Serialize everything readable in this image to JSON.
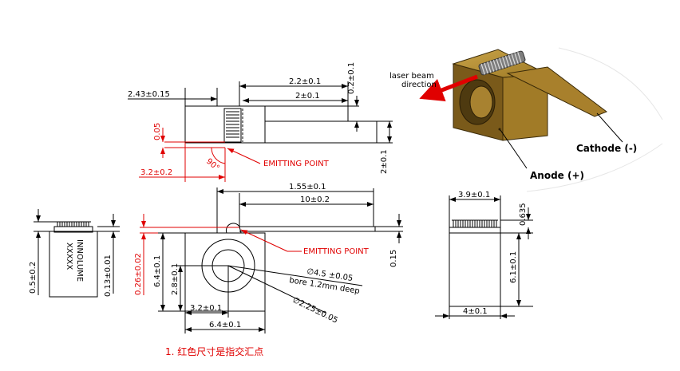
{
  "colors": {
    "line": "#000000",
    "red": "#e00000",
    "body_gold": "#a9852c",
    "body_dark": "#6b4f16",
    "coil": "#9a9a9a"
  },
  "top_view": {
    "dim_width_total": "2.43±0.15",
    "dim_2_2": "2.2±0.1",
    "dim_2": "2±0.1",
    "dim_0_2": "0.2±0.1",
    "dim_0_05": "0.05",
    "dim_3_2": "3.2±0.2",
    "dim_2_right": "2±0.1",
    "angle": "90°",
    "emitting_point": "EMITTING POINT"
  },
  "front_view": {
    "dim_1_55": "1.55±0.1",
    "dim_10": "10±0.2",
    "dim_0_15": "0.15",
    "dim_0_26": "0.26±0.02",
    "dim_6_4_v": "6.4±0.1",
    "dim_2_8": "2.8±0.1",
    "dim_3_2": "3.2±0.1",
    "dim_6_4_h": "6.4±0.1",
    "hole_dia": "∅4.5 ±0.05",
    "bore": "bore 1.2mm deep",
    "inner_dia": "∅2.25±0.05",
    "emitting_point": "EMITTING POINT"
  },
  "side_view": {
    "dim_0_5": "0.5±0.2",
    "dim_0_13": "0.13±0.01",
    "brand": "INNOLUME",
    "marking": "XXXXX"
  },
  "right_view": {
    "dim_3_9": "3.9±0.1",
    "dim_0_635": "0.635",
    "dim_6_1": "6.1±0.1",
    "dim_4": "4±0.1"
  },
  "iso_view": {
    "beam_label": "laser beam direction",
    "beam_label_line1": "laser beam",
    "beam_label_line2": "direction",
    "cathode": "Cathode (-)",
    "anode": "Anode (+)"
  },
  "footnote": "1. 红色尺寸是指交汇点"
}
